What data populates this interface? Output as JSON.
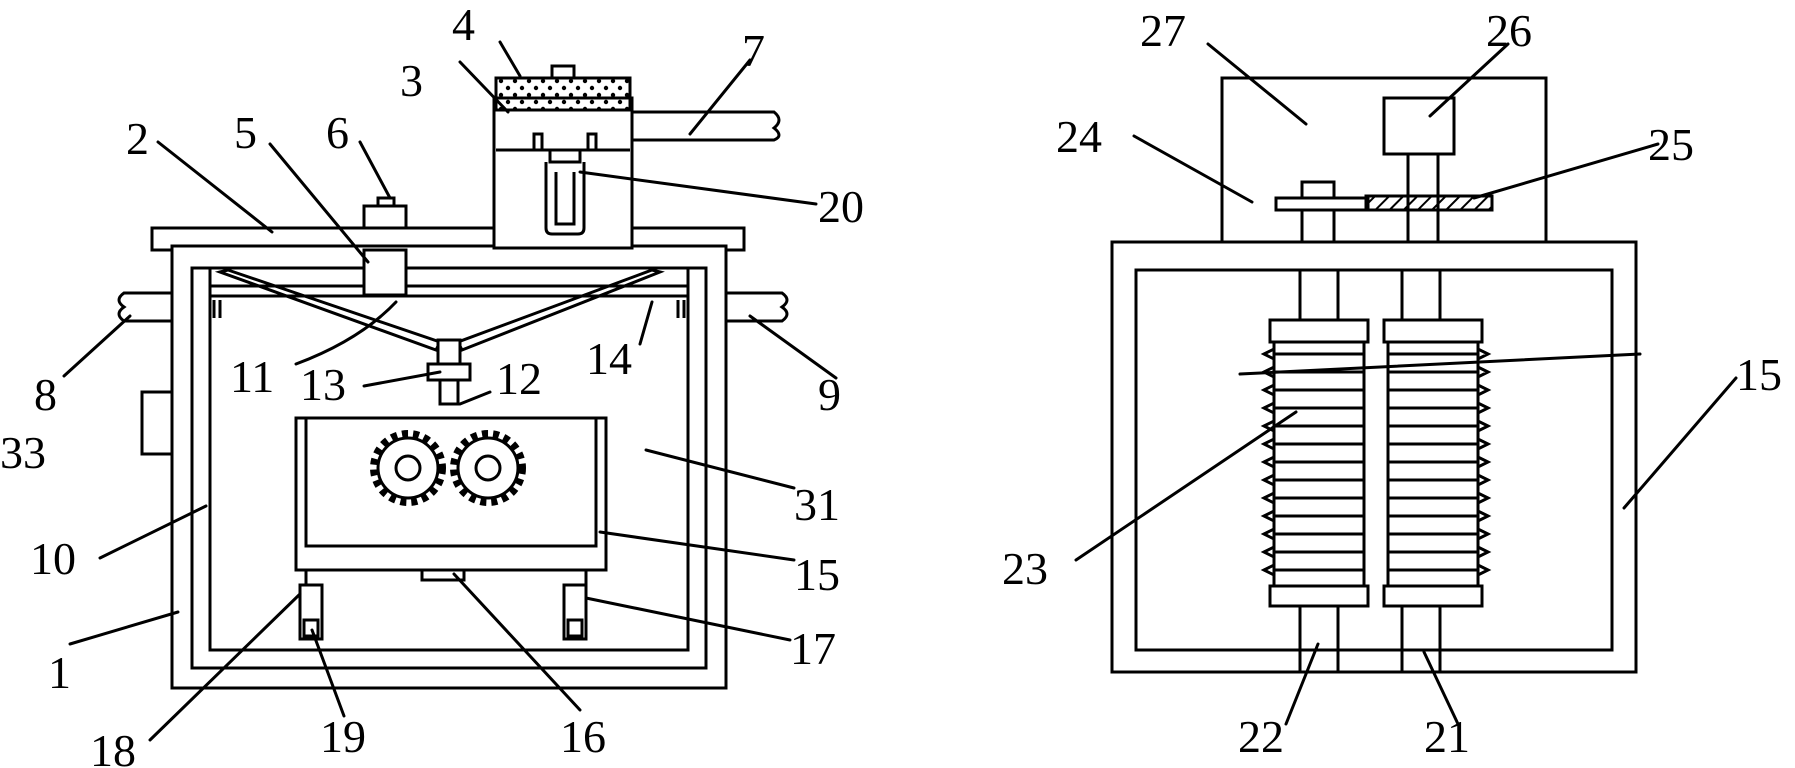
{
  "colors": {
    "line": "#000000",
    "background": "#ffffff",
    "hatch": "#000000"
  },
  "labels": {
    "n1": "1",
    "n2": "2",
    "n3": "3",
    "n4": "4",
    "n5": "5",
    "n6": "6",
    "n7": "7",
    "n8": "8",
    "n9": "9",
    "n10": "10",
    "n11": "11",
    "n12": "12",
    "n13": "13",
    "n14": "14",
    "n15a": "15",
    "n15b": "15",
    "n16": "16",
    "n17": "17",
    "n18": "18",
    "n19": "19",
    "n20": "20",
    "n21": "21",
    "n22": "22",
    "n23": "23",
    "n24": "24",
    "n25": "25",
    "n26": "26",
    "n27": "27",
    "n31": "31",
    "n33": "33"
  }
}
